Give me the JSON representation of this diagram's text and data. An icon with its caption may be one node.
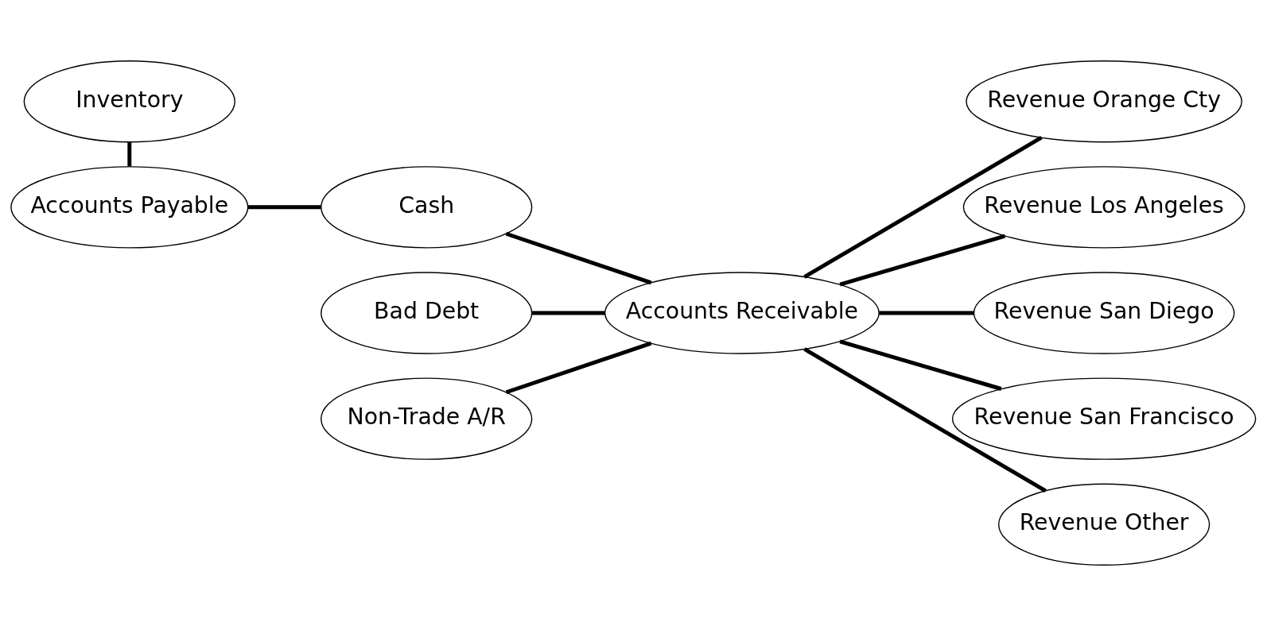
{
  "diagram": {
    "nodes": [
      {
        "text": [
          "Inventory"
        ]
      },
      {
        "text": [
          "Accounts Payable"
        ]
      },
      {
        "text": [
          "Cash"
        ]
      },
      {
        "text": [
          "Bad Debt"
        ]
      },
      {
        "text": [
          "Non-Trade A/R"
        ]
      },
      {
        "text": [
          "Accounts Receivable"
        ]
      },
      {
        "text": [
          "Revenue Orange Cty"
        ]
      },
      {
        "text": [
          "Revenue Los Angeles"
        ]
      },
      {
        "text": [
          "Revenue San Diego"
        ]
      },
      {
        "text": [
          "Revenue San Francisco"
        ]
      },
      {
        "text": [
          "Revenue Other"
        ]
      }
    ],
    "edges": [
      {
        "from": 0,
        "to": 1,
        "arrow": "none"
      },
      {
        "from": 1,
        "to": 2,
        "arrow": "none"
      },
      {
        "from": 2,
        "to": 5,
        "arrow": "none"
      },
      {
        "from": 3,
        "to": 5,
        "arrow": "none"
      },
      {
        "from": 4,
        "to": 5,
        "arrow": "none"
      },
      {
        "from": 5,
        "to": 6,
        "arrow": "none"
      },
      {
        "from": 5,
        "to": 7,
        "arrow": "none"
      },
      {
        "from": 5,
        "to": 8,
        "arrow": "none"
      },
      {
        "from": 5,
        "to": 9,
        "arrow": "none"
      },
      {
        "from": 5,
        "to": 10,
        "arrow": "none"
      }
    ]
  }
}
